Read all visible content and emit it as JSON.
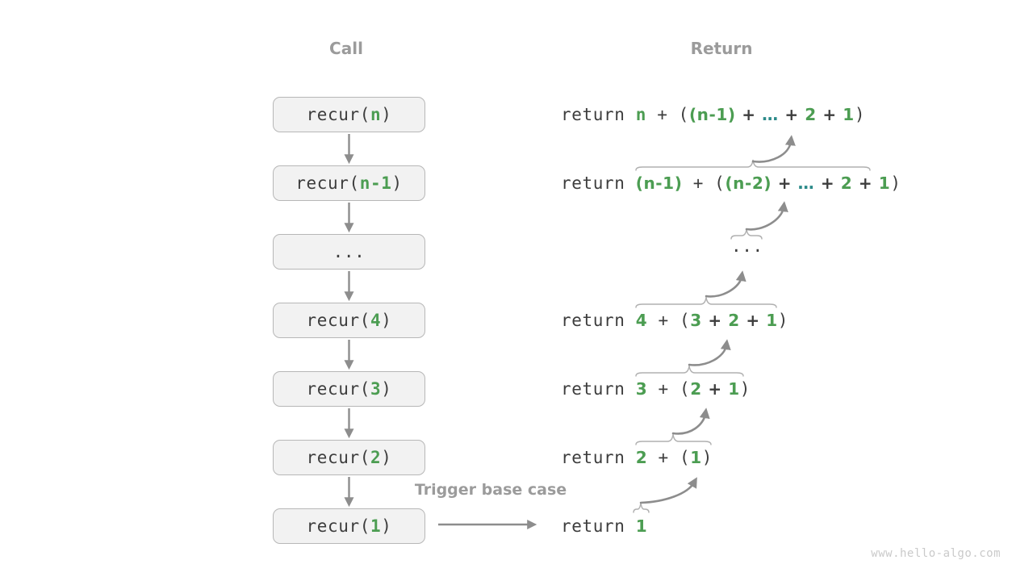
{
  "headers": {
    "call": "Call",
    "return": "Return"
  },
  "trigger_label": "Trigger base case",
  "watermark": "www.hello-algo.com",
  "colors": {
    "operand_green": "#4c9d52",
    "ellipsis_teal": "#2b8a89",
    "code_text": "#3d3d3d",
    "muted_gray": "#9b9b9b",
    "arrow_gray": "#8d8d8d",
    "brace_gray": "#b0b0b0",
    "box_fill": "#f2f2f2",
    "box_border": "#b7b7b7"
  },
  "call_boxes": [
    {
      "segs": [
        {
          "t": "recur(",
          "c": "code"
        },
        {
          "t": "n",
          "c": "code-op"
        },
        {
          "t": ")",
          "c": "code"
        }
      ]
    },
    {
      "segs": [
        {
          "t": "recur(",
          "c": "code"
        },
        {
          "t": "n-1",
          "c": "code-op"
        },
        {
          "t": ")",
          "c": "code"
        }
      ]
    },
    {
      "segs": [
        {
          "t": "...",
          "c": "code"
        }
      ]
    },
    {
      "segs": [
        {
          "t": "recur(",
          "c": "code"
        },
        {
          "t": "4",
          "c": "code-op"
        },
        {
          "t": ")",
          "c": "code"
        }
      ]
    },
    {
      "segs": [
        {
          "t": "recur(",
          "c": "code"
        },
        {
          "t": "3",
          "c": "code-op"
        },
        {
          "t": ")",
          "c": "code"
        }
      ]
    },
    {
      "segs": [
        {
          "t": "recur(",
          "c": "code"
        },
        {
          "t": "2",
          "c": "code-op"
        },
        {
          "t": ")",
          "c": "code"
        }
      ]
    },
    {
      "segs": [
        {
          "t": "recur(",
          "c": "code"
        },
        {
          "t": "1",
          "c": "code-op"
        },
        {
          "t": ")",
          "c": "code"
        }
      ]
    }
  ],
  "return_rows": [
    {
      "segs": [
        {
          "t": "return ",
          "c": "code"
        },
        {
          "t": "n",
          "c": "code-op"
        },
        {
          "t": " + (",
          "c": "code"
        },
        {
          "t": "(n-1)",
          "c": "ann-op"
        },
        {
          "t": " + ",
          "c": "ann"
        },
        {
          "t": "…",
          "c": "ann-ellipsis"
        },
        {
          "t": " + ",
          "c": "ann"
        },
        {
          "t": "2",
          "c": "ann-op"
        },
        {
          "t": " + ",
          "c": "ann"
        },
        {
          "t": "1",
          "c": "ann-op"
        },
        {
          "t": ")",
          "c": "code"
        }
      ]
    },
    {
      "segs": [
        {
          "t": "return ",
          "c": "code"
        },
        {
          "t": "(n-1)",
          "c": "ann-op"
        },
        {
          "t": " + (",
          "c": "code"
        },
        {
          "t": "(n-2)",
          "c": "ann-op"
        },
        {
          "t": " + ",
          "c": "ann"
        },
        {
          "t": "…",
          "c": "ann-ellipsis"
        },
        {
          "t": " + ",
          "c": "ann"
        },
        {
          "t": "2",
          "c": "ann-op"
        },
        {
          "t": " + ",
          "c": "ann"
        },
        {
          "t": "1",
          "c": "ann-op"
        },
        {
          "t": ")",
          "c": "code"
        }
      ]
    },
    {
      "segs": [
        {
          "t": "...",
          "c": "code"
        }
      ]
    },
    {
      "segs": [
        {
          "t": "return ",
          "c": "code"
        },
        {
          "t": "4",
          "c": "ann-op"
        },
        {
          "t": " + (",
          "c": "code"
        },
        {
          "t": "3",
          "c": "ann-op"
        },
        {
          "t": " + ",
          "c": "ann"
        },
        {
          "t": "2",
          "c": "ann-op"
        },
        {
          "t": " + ",
          "c": "ann"
        },
        {
          "t": "1",
          "c": "ann-op"
        },
        {
          "t": ")",
          "c": "code"
        }
      ]
    },
    {
      "segs": [
        {
          "t": "return ",
          "c": "code"
        },
        {
          "t": "3",
          "c": "ann-op"
        },
        {
          "t": " + (",
          "c": "code"
        },
        {
          "t": "2",
          "c": "ann-op"
        },
        {
          "t": " + ",
          "c": "ann"
        },
        {
          "t": "1",
          "c": "ann-op"
        },
        {
          "t": ")",
          "c": "code"
        }
      ]
    },
    {
      "segs": [
        {
          "t": "return ",
          "c": "code"
        },
        {
          "t": "2",
          "c": "ann-op"
        },
        {
          "t": " + (",
          "c": "code"
        },
        {
          "t": "1",
          "c": "ann-op"
        },
        {
          "t": ")",
          "c": "code"
        }
      ]
    },
    {
      "segs": [
        {
          "t": "return ",
          "c": "code"
        },
        {
          "t": "1",
          "c": "ann-op"
        }
      ]
    }
  ]
}
